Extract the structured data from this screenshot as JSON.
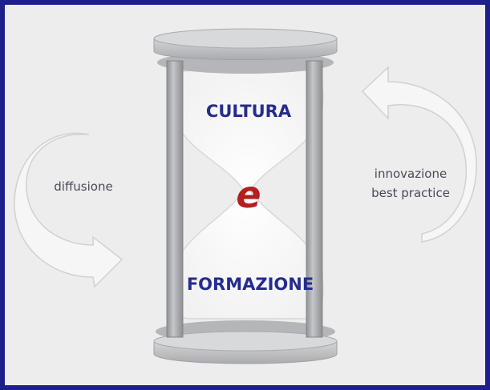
{
  "diagram": {
    "top_bulb_label": "CULTURA",
    "center_label": "e",
    "bottom_bulb_label": "FORMAZIONE",
    "left_arrow_label": "diffusione",
    "right_arrow_label_line1": "innovazione",
    "right_arrow_label_line2": "best practice"
  },
  "colors": {
    "frame_border": "#1c1f8c",
    "background": "#ededee",
    "bulb_text": "#262b8e",
    "center_text": "#b41f1f",
    "side_text": "#454b57",
    "posts": "#a3a5a8",
    "plates": "#c8c9cb",
    "arrow_stroke": "#cfd1d4"
  }
}
